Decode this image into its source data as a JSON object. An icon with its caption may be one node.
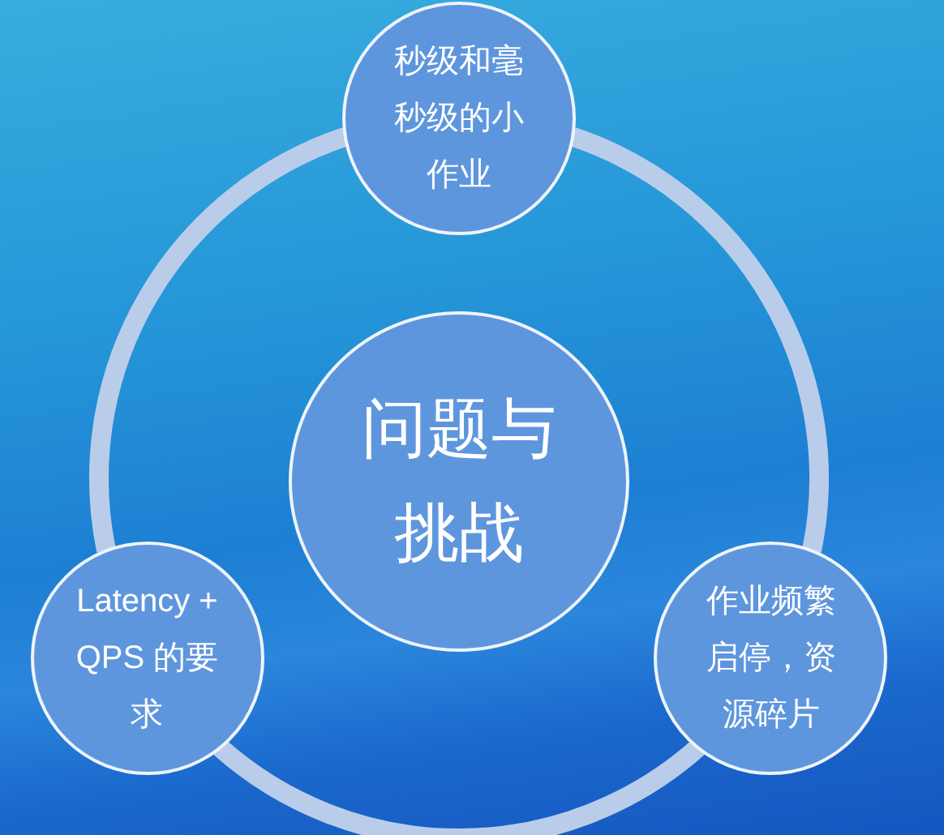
{
  "diagram": {
    "nodes": [
      {
        "text": [
          "秒级和毫秒级的小作业"
        ]
      },
      {
        "text": [
          "问题与挑战"
        ]
      },
      {
        "text": [
          "Latency + QPS 的要求"
        ]
      },
      {
        "text": [
          "作业频繁启停，资源碎片"
        ]
      }
    ],
    "edges": [
      {
        "from": 0,
        "to": 3,
        "arrow": "none"
      },
      {
        "from": 3,
        "to": 2,
        "arrow": "none"
      },
      {
        "from": 2,
        "to": 0,
        "arrow": "none"
      }
    ]
  }
}
